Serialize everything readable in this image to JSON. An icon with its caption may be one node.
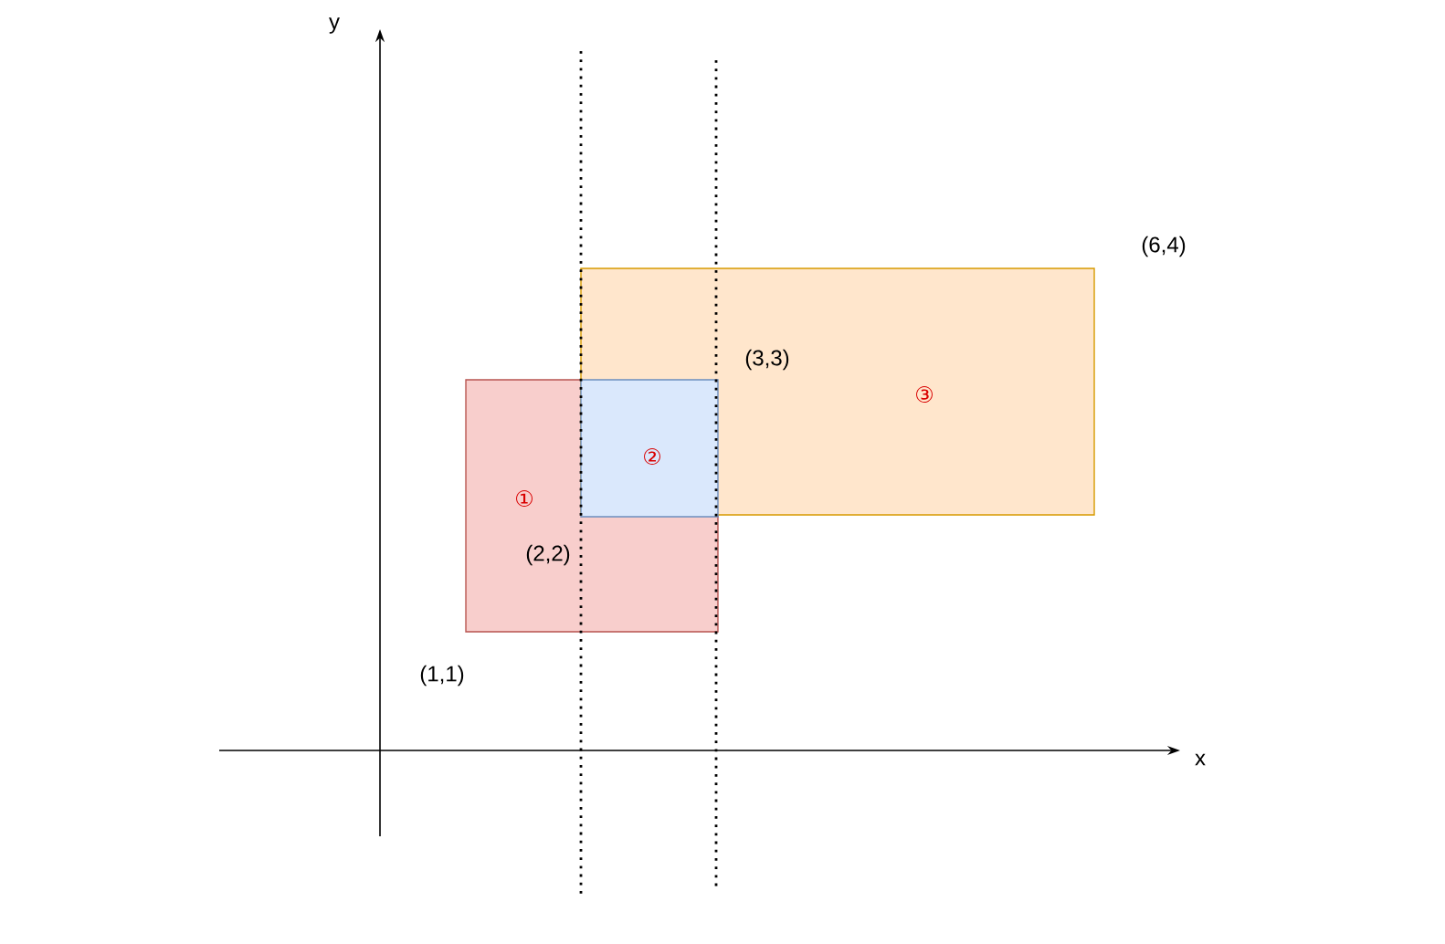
{
  "diagram": {
    "nodes": [
      {
        "text": [
          "①"
        ]
      },
      {
        "text": [
          "②"
        ]
      },
      {
        "text": [
          "③"
        ]
      }
    ],
    "labels": [
      "y",
      "(6,4)",
      "(3,3)",
      "(2,2)",
      "(1,1)",
      "x"
    ]
  }
}
